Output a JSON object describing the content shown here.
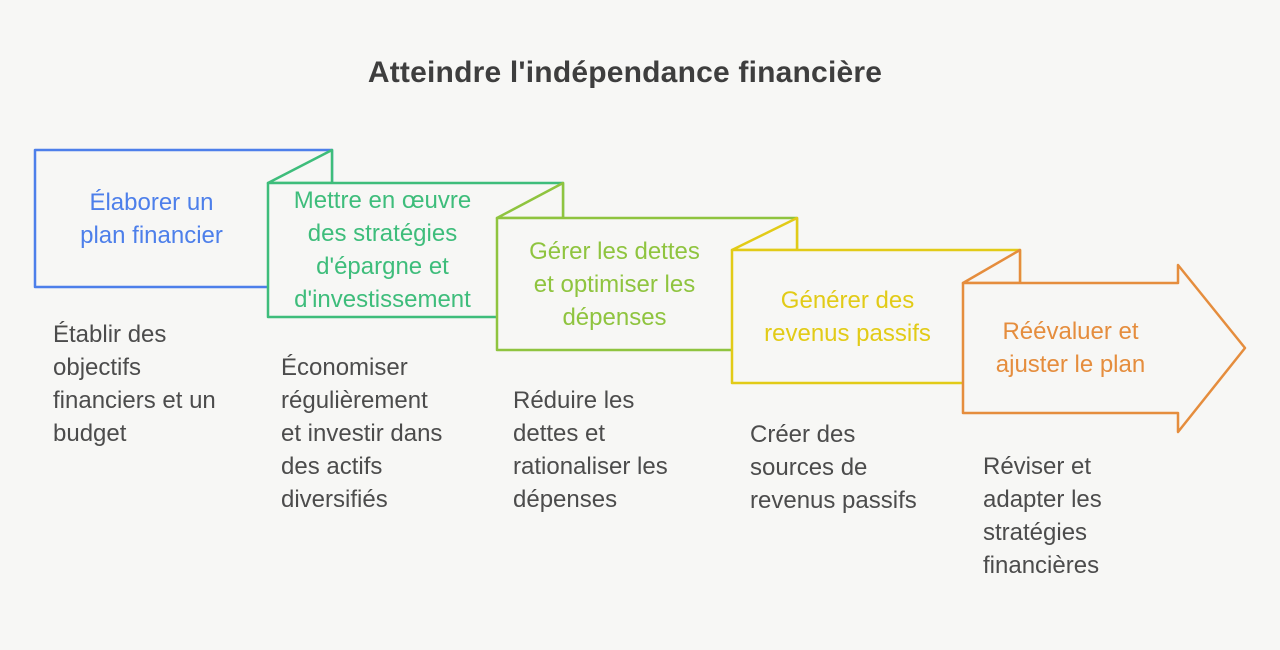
{
  "title": "Atteindre l'indépendance financière",
  "background_color": "#f7f7f5",
  "title_color": "#3e3e3e",
  "description_color": "#4c4c4c",
  "steps": [
    {
      "label": "Élaborer un\nplan financier",
      "description": "Établir des\nobjectifs\nfinanciers et un\nbudget",
      "color": "#4d7fea"
    },
    {
      "label": "Mettre en œuvre\ndes stratégies\nd'épargne et\nd'investissement",
      "description": "Économiser\nrégulièrement\net investir dans\ndes actifs\ndiversifiés",
      "color": "#3ebd7b"
    },
    {
      "label": "Gérer les dettes\net optimiser les\ndépenses",
      "description": "Réduire les\ndettes et\nrationaliser les\ndépenses",
      "color": "#8fc43f"
    },
    {
      "label": "Générer des\nrevenus passifs",
      "description": "Créer des\nsources de\nrevenus passifs",
      "color": "#e2cb17"
    },
    {
      "label": "Réévaluer et\najuster le plan",
      "description": "Réviser et\nadapter les\nstratégies\nfinancières",
      "color": "#e58d3d"
    }
  ]
}
